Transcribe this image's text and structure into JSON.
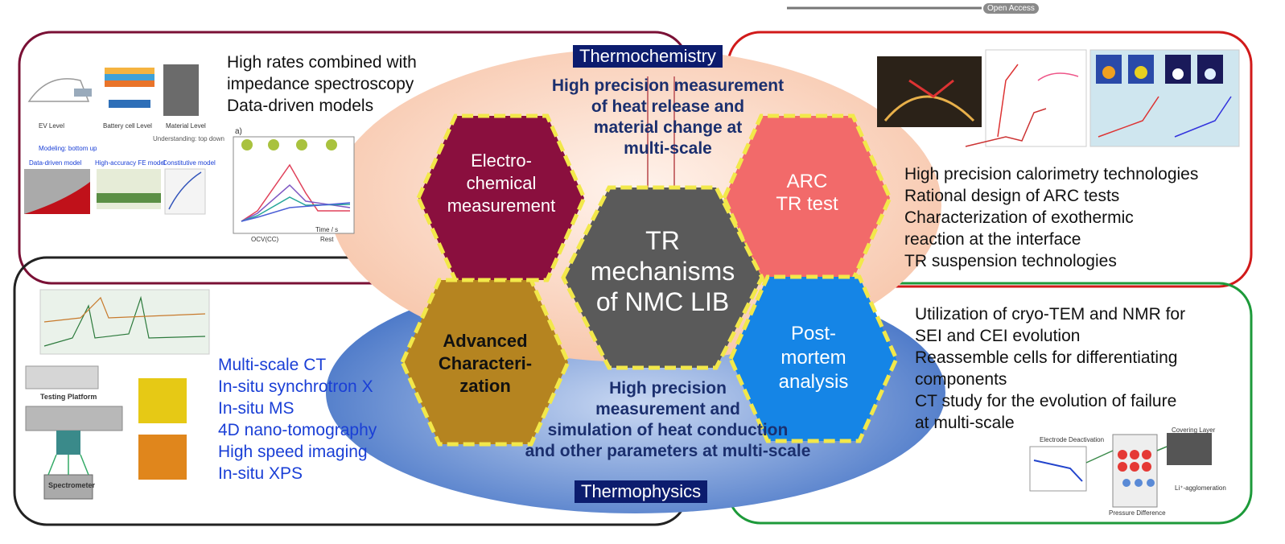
{
  "header": {
    "badge": "Open Access"
  },
  "ellipse_top": {
    "banner": "Thermochemistry",
    "text": [
      "High precision measurement",
      "of heat release and",
      "material change at",
      "multi-scale"
    ]
  },
  "ellipse_bottom": {
    "banner": "Thermophysics",
    "text": [
      "High precision",
      "measurement and",
      "simulation of heat conduction",
      "and other parameters at multi-scale"
    ]
  },
  "hexagons": {
    "center": [
      "TR",
      "mechanisms",
      "of NMC LIB"
    ],
    "electrochemical": [
      "Electro-",
      "chemical",
      "measurement"
    ],
    "arc": [
      "ARC",
      "TR test"
    ],
    "advanced": [
      "Advanced",
      "Characteri-",
      "zation"
    ],
    "postmortem": [
      "Post-",
      "mortem",
      "analysis"
    ]
  },
  "panels": {
    "top_left": [
      "High rates combined with",
      "impedance spectroscopy",
      "Data-driven models"
    ],
    "top_right": [
      "High precision calorimetry technologies",
      "Rational design of ARC tests",
      "Characterization of exothermic",
      "reaction at the interface",
      "TR suspension technologies"
    ],
    "bottom_left": [
      "Multi-scale CT",
      "In-situ synchrotron X",
      "In-situ MS",
      "4D nano-tomography",
      "High speed imaging",
      "In-situ XPS"
    ],
    "bottom_right": [
      "Utilization of cryo-TEM and NMR for",
      "SEI and CEI evolution",
      "Reassemble cells for differentiating",
      "components",
      "CT study for the evolution of failure",
      "at multi-scale"
    ]
  },
  "figure_labels": {
    "ev_level": "EV Level",
    "battery_cell_level": "Battery cell Level",
    "material_level": "Material Level",
    "data_driven_model": "Data-driven model",
    "fe_model": "High-accuracy FE model",
    "constitutive_model": "Constitutive model",
    "modeling": "Modeling: bottom up",
    "understanding": "Understanding: top down",
    "testing_platform": "Testing Platform",
    "spectrometer": "Spectrometer",
    "electrode_deactivation": "Electrode Deactivation",
    "covering_layer": "Covering Layer",
    "li_agglomeration": "Li⁺-agglomeration",
    "pressure_difference": "Pressure Difference",
    "chart_a": "a)",
    "ocv": "OCV(CC)",
    "rest": "Rest",
    "time": "Time / s"
  },
  "colors": {
    "electrochemical": "#8a0f3e",
    "arc": "#f26a6a",
    "center": "#5a5a5a",
    "advanced": "#b58420",
    "postmortem": "#1585e6",
    "hex_border": "#f2e84a",
    "ellipse_top": "#f9cfb9",
    "ellipse_bottom": "#5d84cc",
    "banner": "#0c1c6e"
  }
}
